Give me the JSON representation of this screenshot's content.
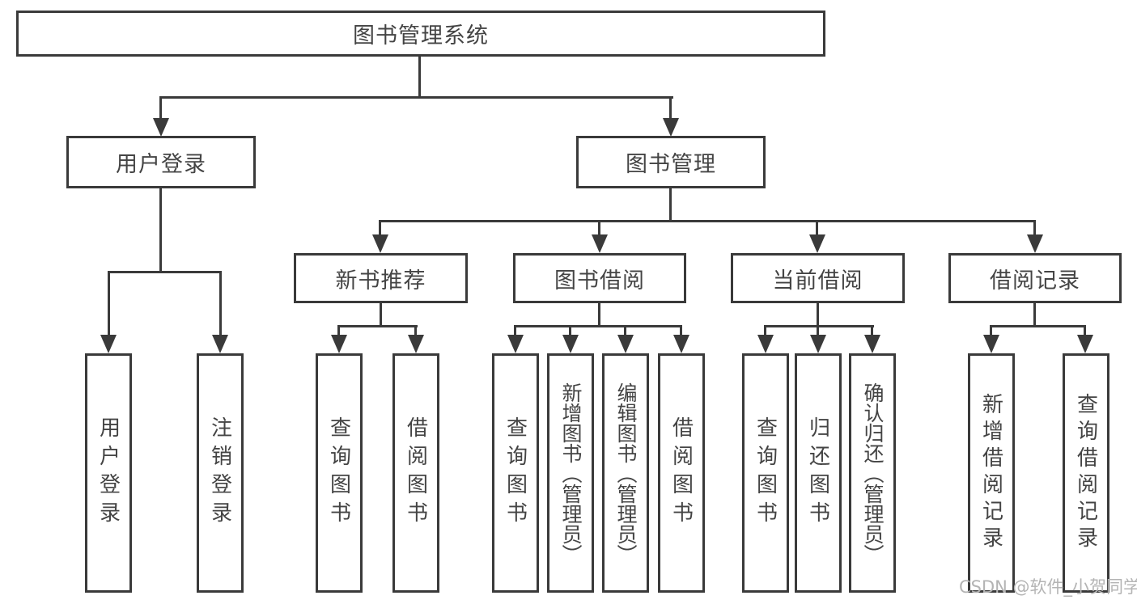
{
  "diagram": {
    "root": {
      "label": "图书管理系统"
    },
    "branches": [
      {
        "label": "用户登录",
        "children": [
          {
            "label": "用户登录"
          },
          {
            "label": "注销登录"
          }
        ]
      },
      {
        "label": "图书管理",
        "children": [
          {
            "label": "新书推荐",
            "children": [
              {
                "label": "查询图书"
              },
              {
                "label": "借阅图书"
              }
            ]
          },
          {
            "label": "图书借阅",
            "children": [
              {
                "label": "查询图书"
              },
              {
                "label": "新增图书（管理员）"
              },
              {
                "label": "编辑图书（管理员）"
              },
              {
                "label": "借阅图书"
              }
            ]
          },
          {
            "label": "当前借阅",
            "children": [
              {
                "label": "查询图书"
              },
              {
                "label": "归还图书"
              },
              {
                "label": "确认归还（管理员）"
              }
            ]
          },
          {
            "label": "借阅记录",
            "children": [
              {
                "label": "新增借阅记录"
              },
              {
                "label": "查询借阅记录"
              }
            ]
          }
        ]
      }
    ]
  },
  "watermark": {
    "text": "CSDN @软件_小贺同学"
  },
  "colors": {
    "line": "#3a3a3a",
    "text": "#444444",
    "bg": "#ffffff",
    "watermark": "#b4b4b4"
  }
}
